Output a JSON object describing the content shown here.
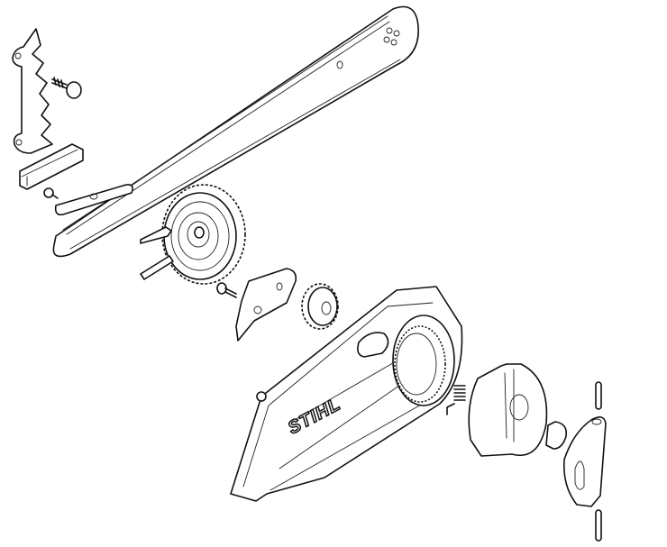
{
  "diagram": {
    "type": "exploded-parts-drawing",
    "subject": "chainsaw guide bar, sprocket and chain sprocket cover assembly",
    "brand_label": "STIHL",
    "colors": {
      "line": "#111111",
      "background": "#ffffff"
    },
    "parts": [
      {
        "id": "bumper-spike",
        "label": "Bumper spike"
      },
      {
        "id": "spike-screw",
        "label": "Screw"
      },
      {
        "id": "guide-plate",
        "label": "Guide plate"
      },
      {
        "id": "small-screw",
        "label": "Screw"
      },
      {
        "id": "guide-bar",
        "label": "Guide bar"
      },
      {
        "id": "chain-sprocket",
        "label": "Chain sprocket"
      },
      {
        "id": "sprocket-clip",
        "label": "Clip"
      },
      {
        "id": "tensioner-screw",
        "label": "Screw"
      },
      {
        "id": "tensioner-plate",
        "label": "Tensioner plate"
      },
      {
        "id": "tensioner-gear",
        "label": "Tensioner gear"
      },
      {
        "id": "sprocket-cover",
        "label": "Sprocket cover"
      },
      {
        "id": "spring",
        "label": "Spring"
      },
      {
        "id": "adjusting-wheel",
        "label": "Adjusting wheel"
      },
      {
        "id": "nut",
        "label": "Nut"
      },
      {
        "id": "lever",
        "label": "Lever"
      },
      {
        "id": "pin-top",
        "label": "Pin"
      },
      {
        "id": "pin-bottom",
        "label": "Pin"
      }
    ]
  }
}
